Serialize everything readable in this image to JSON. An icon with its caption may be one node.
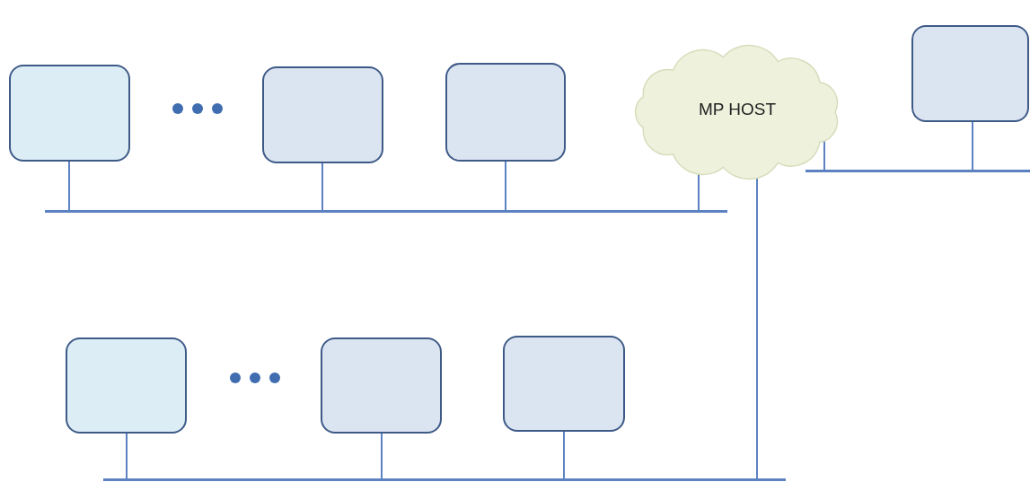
{
  "diagram": {
    "nodes": [
      {
        "text": [],
        "shape": "box"
      },
      {
        "text": [],
        "shape": "box"
      },
      {
        "text": [],
        "shape": "box"
      },
      {
        "text": [
          "MP HOST"
        ]
      },
      {
        "text": [],
        "shape": "box"
      },
      {
        "text": [],
        "shape": "box"
      },
      {
        "text": [],
        "shape": "box"
      },
      {
        "text": [],
        "shape": "box"
      },
      {
        "text": [],
        "shape": "bar"
      },
      {
        "text": [],
        "shape": "bar"
      },
      {
        "text": [],
        "shape": "bar"
      }
    ],
    "edges": [
      {
        "from": 0,
        "to": 8,
        "arrow": "none"
      },
      {
        "from": 1,
        "to": 8,
        "arrow": "none"
      },
      {
        "from": 2,
        "to": 8,
        "arrow": "none"
      },
      {
        "from": 3,
        "to": 8,
        "arrow": "none"
      },
      {
        "from": 3,
        "to": 9,
        "arrow": "none"
      },
      {
        "from": 4,
        "to": 9,
        "arrow": "none"
      },
      {
        "from": 3,
        "to": 10,
        "arrow": "none"
      },
      {
        "from": 5,
        "to": 10,
        "arrow": "none"
      },
      {
        "from": 6,
        "to": 10,
        "arrow": "none"
      },
      {
        "from": 7,
        "to": 10,
        "arrow": "none"
      }
    ]
  }
}
